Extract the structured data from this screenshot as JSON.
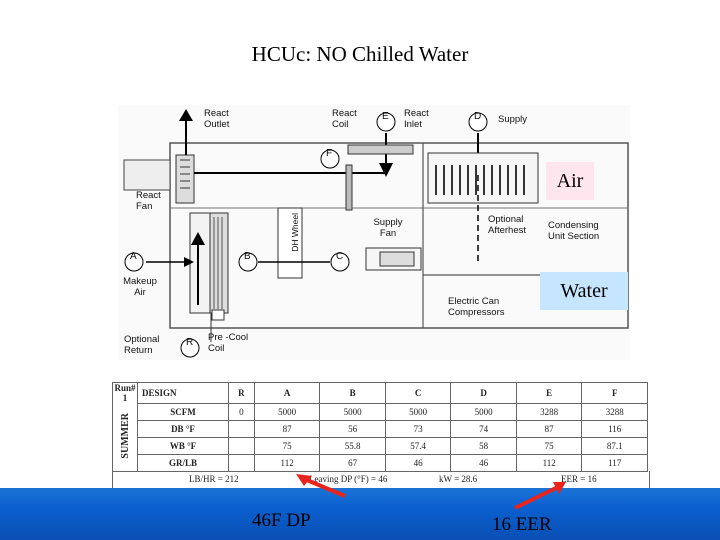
{
  "title": "HCUc: NO Chilled Water",
  "diagram": {
    "labels": {
      "react_outlet": "React Outlet",
      "react_coil": "React Coil",
      "react_inlet": "React Inlet",
      "supply": "Supply",
      "react_fan": "React Fan",
      "dh_wheel": "DH Wheel",
      "supply_fan": "Supply Fan",
      "optional_aftertreat": "Optional Afterhest",
      "condensing_unit": "Condensing Unit Section",
      "makeup_air": "Makeup Air",
      "electric_can_compressors": "Electric Can Compressors",
      "optional_return": "Optional Return",
      "precool_coil": "Pre -Cool Coil"
    },
    "nodes": {
      "A": "A",
      "B": "B",
      "C": "C",
      "D": "D",
      "E": "E",
      "F": "F",
      "R": "R"
    },
    "air_label": "Air",
    "water_label": "Water"
  },
  "table": {
    "run": "Run# 1",
    "section": "SUMMER",
    "headers": [
      "DESIGN",
      "R",
      "A",
      "B",
      "C",
      "D",
      "E",
      "F"
    ],
    "rows": [
      {
        "label": "SCFM",
        "values": [
          "0",
          "5000",
          "5000",
          "5000",
          "5000",
          "3288",
          "3288"
        ]
      },
      {
        "label": "DB °F",
        "values": [
          "",
          "87",
          "56",
          "73",
          "74",
          "87",
          "116"
        ]
      },
      {
        "label": "WB °F",
        "values": [
          "",
          "75",
          "55.8",
          "57.4",
          "58",
          "75",
          "87.1"
        ]
      },
      {
        "label": "GR/LB",
        "values": [
          "",
          "112",
          "67",
          "46",
          "46",
          "112",
          "117"
        ]
      }
    ],
    "footer": {
      "lb_hr": "LB/HR = 212",
      "leaving_dp": "Leaving DP (°F) = 46",
      "kw": "kW = 28.6",
      "eer": "EER = 16"
    }
  },
  "annotations": {
    "dp": "46F DP",
    "eer": "16 EER",
    "arrow_color": "#e8241c",
    "bar_color": "#0b5fcf"
  }
}
